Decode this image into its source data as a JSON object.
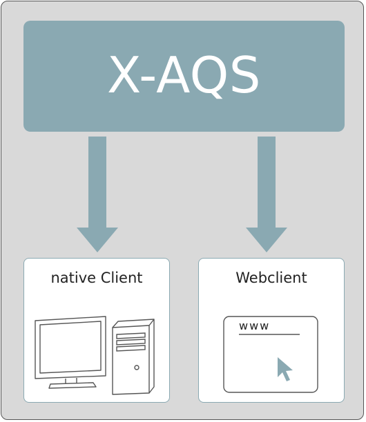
{
  "diagram": {
    "title": "X-AQS",
    "clients": [
      {
        "label": "native Client"
      },
      {
        "label": "Webclient"
      }
    ],
    "browser_text": "www",
    "colors": {
      "accent": "#8aa9b2",
      "frame_background": "#d9d9d9",
      "box_background": "#ffffff",
      "outline": "#555555"
    },
    "icons": [
      "desktop-monitor-icon",
      "pc-tower-icon",
      "browser-window-icon",
      "mouse-cursor-icon"
    ]
  }
}
